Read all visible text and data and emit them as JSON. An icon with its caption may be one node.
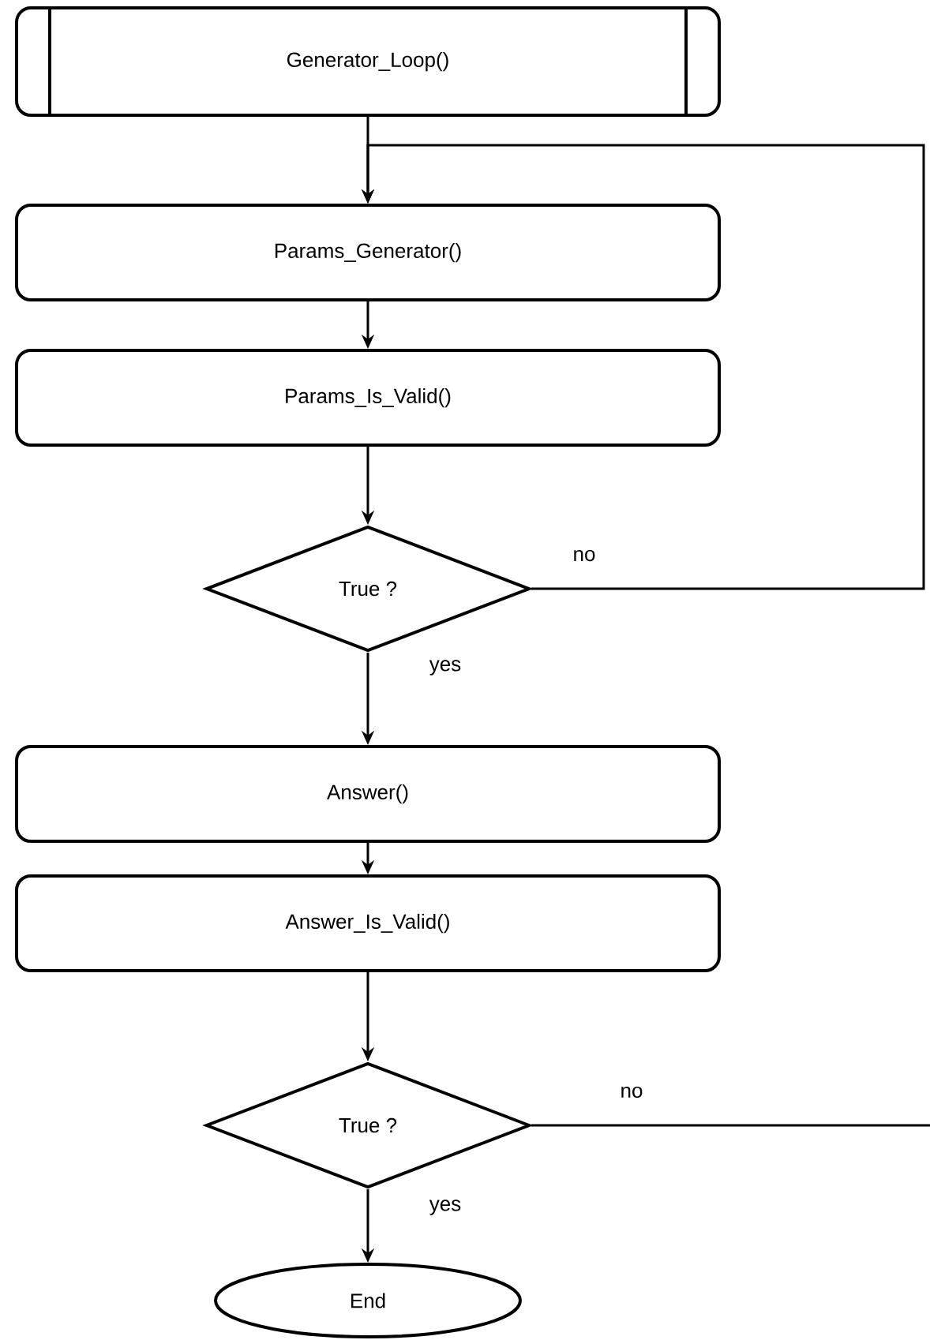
{
  "diagram": {
    "nodes": [
      {
        "text": [
          "Generator_Loop()"
        ]
      },
      {
        "text": [
          "Params_Generator()"
        ]
      },
      {
        "text": [
          "Params_Is_Valid()"
        ]
      },
      {
        "text": [
          "True ?"
        ]
      },
      {
        "text": [
          "Answer()"
        ]
      },
      {
        "text": [
          "Answer_Is_Valid()"
        ]
      },
      {
        "text": [
          "True ?"
        ]
      },
      {
        "text": [
          "End"
        ]
      }
    ],
    "edges": [
      {
        "from": 0,
        "to": 1,
        "arrow": "to"
      },
      {
        "from": 1,
        "to": 2,
        "arrow": "to"
      },
      {
        "from": 2,
        "to": 3,
        "arrow": "to"
      },
      {
        "from": 3,
        "to": 1,
        "arrow": "to",
        "label": "no"
      },
      {
        "from": 3,
        "to": 4,
        "arrow": "to",
        "label": "yes"
      },
      {
        "from": 4,
        "to": 5,
        "arrow": "to"
      },
      {
        "from": 5,
        "to": 6,
        "arrow": "to"
      },
      {
        "from": 6,
        "to": null,
        "arrow": "none",
        "label": "no"
      },
      {
        "from": 6,
        "to": 7,
        "arrow": "to",
        "label": "yes"
      }
    ]
  }
}
